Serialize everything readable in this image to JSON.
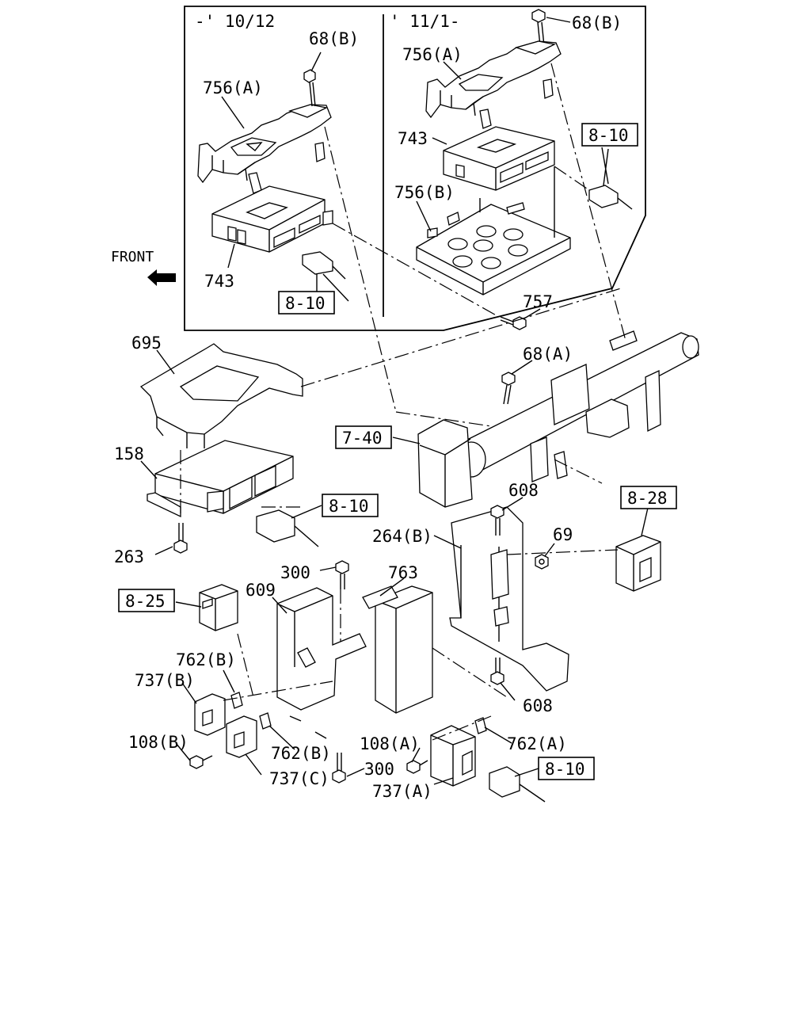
{
  "period_labels": {
    "left": "-' 10/12",
    "right": "' 11/1-"
  },
  "front_label": "FRONT",
  "part_numbers": {
    "p68b_left": "68(B)",
    "p756a_left": "756(A)",
    "p743_left": "743",
    "p68b_right": "68(B)",
    "p756a_right": "756(A)",
    "p743_right": "743",
    "p756b_right": "756(B)",
    "p757": "757",
    "p695": "695",
    "p68a": "68(A)",
    "p158": "158",
    "p263": "263",
    "p608_top": "608",
    "p264b": "264(B)",
    "p69": "69",
    "p300_top": "300",
    "p763": "763",
    "p609": "609",
    "p762b_top": "762(B)",
    "p737b": "737(B)",
    "p108b": "108(B)",
    "p762b_bottom": "762(B)",
    "p737c": "737(C)",
    "p300_bottom": "300",
    "p108a": "108(A)",
    "p737a": "737(A)",
    "p762a": "762(A)",
    "p608_bottom": "608"
  },
  "ref_boxes": {
    "r810_left": "8-10",
    "r810_right": "8-10",
    "r740": "7-40",
    "r810_mid": "8-10",
    "r828": "8-28",
    "r825": "8-25",
    "r810_bottom": "8-10"
  }
}
